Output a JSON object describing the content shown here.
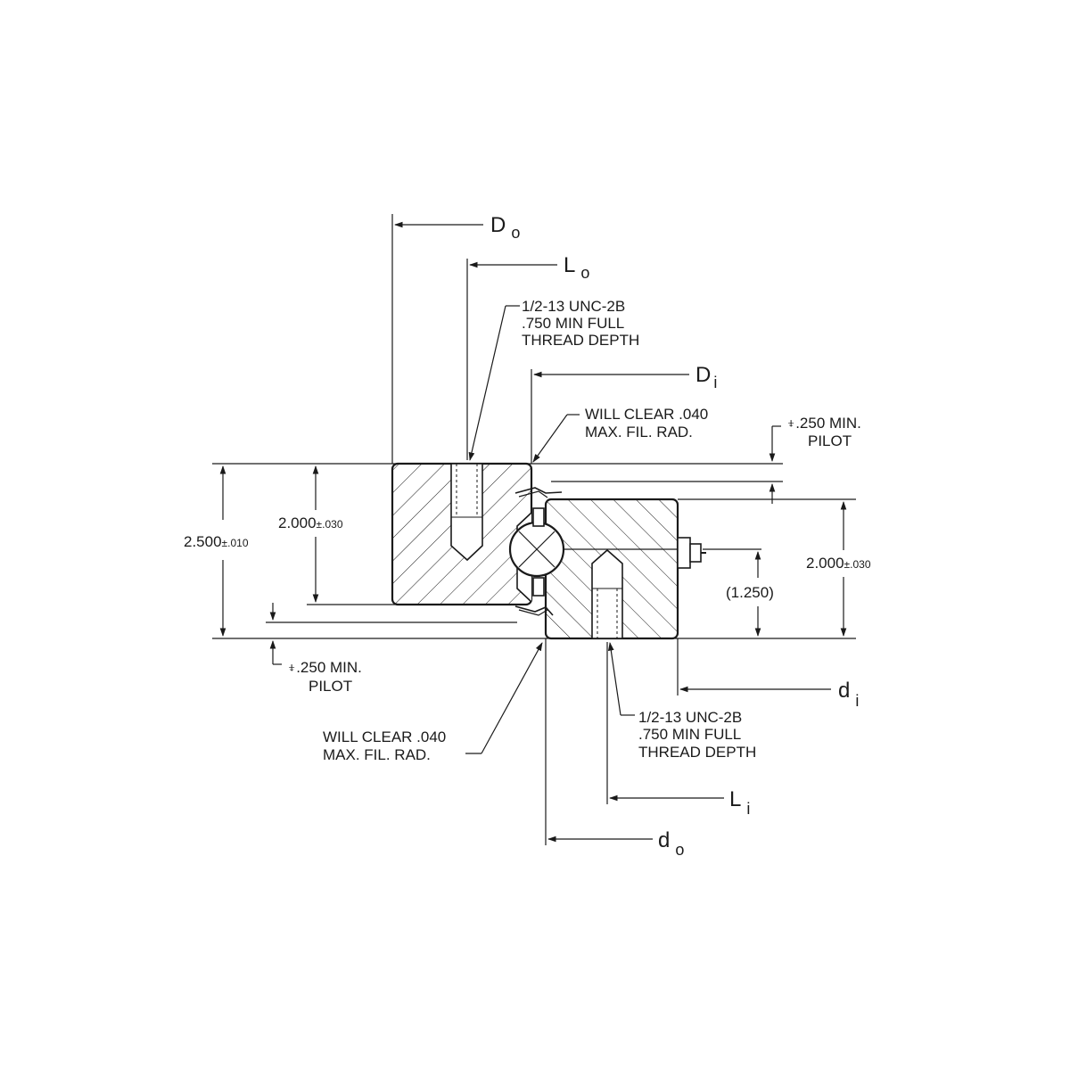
{
  "symbols": {
    "Do": {
      "main": "D",
      "sub": "o"
    },
    "Lo": {
      "main": "L",
      "sub": "o"
    },
    "Di": {
      "main": "D",
      "sub": "i"
    },
    "di": {
      "main": "d",
      "sub": "i"
    },
    "Li": {
      "main": "L",
      "sub": "i"
    },
    "do": {
      "main": "d",
      "sub": "o"
    }
  },
  "notes": {
    "thread_top": [
      "1/2-13 UNC-2B",
      ".750 MIN FULL",
      "THREAD DEPTH"
    ],
    "thread_bottom": [
      "1/2-13 UNC-2B",
      ".750 MIN FULL",
      "THREAD DEPTH"
    ],
    "clear_top": [
      "WILL CLEAR .040",
      "MAX. FIL. RAD."
    ],
    "clear_bottom": [
      "WILL CLEAR .040",
      "MAX. FIL. RAD."
    ],
    "pilot_right": [
      "⍖.250 MIN.",
      "PILOT"
    ],
    "pilot_left": [
      "⍖.250 MIN.",
      "PILOT"
    ]
  },
  "dimensions": {
    "overall_height": {
      "value": "2.500",
      "tol": "±.010"
    },
    "outer_ring_height": {
      "value": "2.000",
      "tol": "±.030"
    },
    "inner_ring_height": {
      "value": "2.000",
      "tol": "±.030"
    },
    "ref_height": "(1.250)"
  },
  "colors": {
    "line": "#1a1a1a",
    "background": "#ffffff"
  }
}
